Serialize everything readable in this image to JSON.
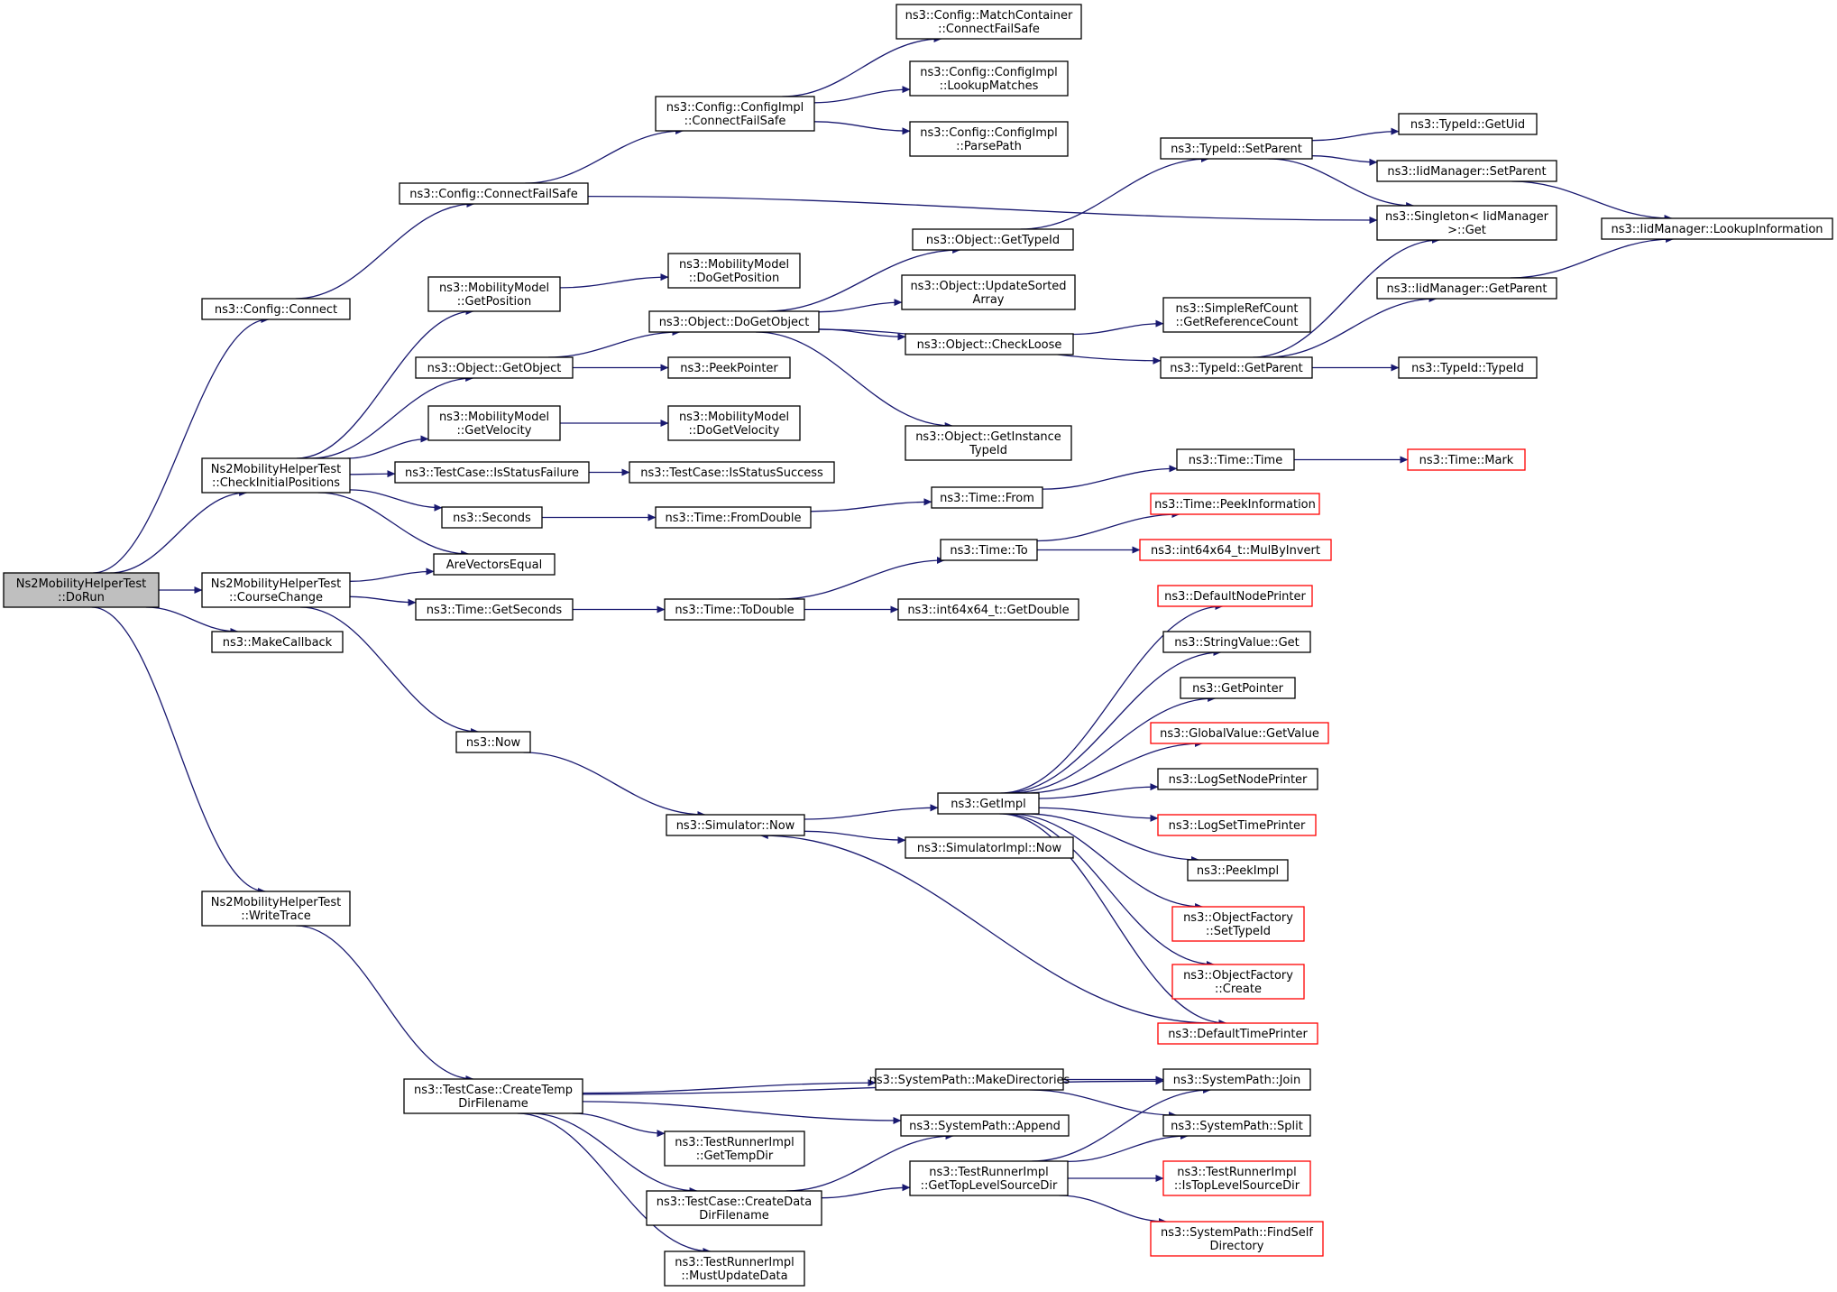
{
  "colors": {
    "edge": "#191970",
    "node_border": "#000000",
    "node_border_truncated": "#ff0000",
    "root_fill": "#bfbfbf",
    "node_fill": "#ffffff"
  },
  "nodes": [
    {
      "id": "dorun",
      "lines": [
        "Ns2MobilityHelperTest",
        "::DoRun"
      ],
      "root": true
    },
    {
      "id": "cfg_connect",
      "lines": [
        "ns3::Config::Connect"
      ]
    },
    {
      "id": "cfg_cfs",
      "lines": [
        "ns3::Config::ConnectFailSafe"
      ]
    },
    {
      "id": "cfgimpl_cfs",
      "lines": [
        "ns3::Config::ConfigImpl",
        "::ConnectFailSafe"
      ]
    },
    {
      "id": "mc_cfs",
      "lines": [
        "ns3::Config::MatchContainer",
        "::ConnectFailSafe"
      ]
    },
    {
      "id": "cfgimpl_lm",
      "lines": [
        "ns3::Config::ConfigImpl",
        "::LookupMatches"
      ]
    },
    {
      "id": "cfgimpl_pp",
      "lines": [
        "ns3::Config::ConfigImpl",
        "::ParsePath"
      ]
    },
    {
      "id": "typeid_setparent",
      "lines": [
        "ns3::TypeId::SetParent"
      ]
    },
    {
      "id": "typeid_getuid",
      "lines": [
        "ns3::TypeId::GetUid"
      ]
    },
    {
      "id": "iid_setparent",
      "lines": [
        "ns3::IidManager::SetParent"
      ]
    },
    {
      "id": "singleton_get",
      "lines": [
        "ns3::Singleton< IidManager",
        ">::Get"
      ]
    },
    {
      "id": "iid_lookup",
      "lines": [
        "ns3::IidManager::LookupInformation"
      ]
    },
    {
      "id": "iid_getparent",
      "lines": [
        "ns3::IidManager::GetParent"
      ]
    },
    {
      "id": "obj_gettypeid",
      "lines": [
        "ns3::Object::GetTypeId"
      ]
    },
    {
      "id": "obj_updsorted",
      "lines": [
        "ns3::Object::UpdateSorted",
        "Array"
      ]
    },
    {
      "id": "obj_checkloose",
      "lines": [
        "ns3::Object::CheckLoose"
      ]
    },
    {
      "id": "src_getref",
      "lines": [
        "ns3::SimpleRefCount",
        "::GetReferenceCount"
      ]
    },
    {
      "id": "typeid_getparent",
      "lines": [
        "ns3::TypeId::GetParent"
      ]
    },
    {
      "id": "typeid_typeid",
      "lines": [
        "ns3::TypeId::TypeId"
      ]
    },
    {
      "id": "obj_getinst",
      "lines": [
        "ns3::Object::GetInstance",
        "TypeId"
      ]
    },
    {
      "id": "mm_getpos",
      "lines": [
        "ns3::MobilityModel",
        "::GetPosition"
      ]
    },
    {
      "id": "mm_dogetpos",
      "lines": [
        "ns3::MobilityModel",
        "::DoGetPosition"
      ]
    },
    {
      "id": "obj_dogetobj",
      "lines": [
        "ns3::Object::DoGetObject"
      ]
    },
    {
      "id": "obj_getobj",
      "lines": [
        "ns3::Object::GetObject"
      ]
    },
    {
      "id": "peekpointer",
      "lines": [
        "ns3::PeekPointer"
      ]
    },
    {
      "id": "mm_getvel",
      "lines": [
        "ns3::MobilityModel",
        "::GetVelocity"
      ]
    },
    {
      "id": "mm_dogetvel",
      "lines": [
        "ns3::MobilityModel",
        "::DoGetVelocity"
      ]
    },
    {
      "id": "checkinit",
      "lines": [
        "Ns2MobilityHelperTest",
        "::CheckInitialPositions"
      ]
    },
    {
      "id": "tc_isfail",
      "lines": [
        "ns3::TestCase::IsStatusFailure"
      ]
    },
    {
      "id": "tc_issucc",
      "lines": [
        "ns3::TestCase::IsStatusSuccess"
      ]
    },
    {
      "id": "seconds",
      "lines": [
        "ns3::Seconds"
      ]
    },
    {
      "id": "time_fromdouble",
      "lines": [
        "ns3::Time::FromDouble"
      ]
    },
    {
      "id": "time_from",
      "lines": [
        "ns3::Time::From"
      ]
    },
    {
      "id": "time_time",
      "lines": [
        "ns3::Time::Time"
      ]
    },
    {
      "id": "time_mark",
      "lines": [
        "ns3::Time::Mark"
      ],
      "truncated": true
    },
    {
      "id": "time_peekinfo",
      "lines": [
        "ns3::Time::PeekInformation"
      ],
      "truncated": true
    },
    {
      "id": "time_to",
      "lines": [
        "ns3::Time::To"
      ]
    },
    {
      "id": "int_mulbyinv",
      "lines": [
        "ns3::int64x64_t::MulByInvert"
      ],
      "truncated": true
    },
    {
      "id": "arevec",
      "lines": [
        "AreVectorsEqual"
      ]
    },
    {
      "id": "coursechange",
      "lines": [
        "Ns2MobilityHelperTest",
        "::CourseChange"
      ]
    },
    {
      "id": "time_getsec",
      "lines": [
        "ns3::Time::GetSeconds"
      ]
    },
    {
      "id": "time_todouble",
      "lines": [
        "ns3::Time::ToDouble"
      ]
    },
    {
      "id": "int_getdouble",
      "lines": [
        "ns3::int64x64_t::GetDouble"
      ]
    },
    {
      "id": "makecallback",
      "lines": [
        "ns3::MakeCallback"
      ]
    },
    {
      "id": "defnodeprinter",
      "lines": [
        "ns3::DefaultNodePrinter"
      ],
      "truncated": true
    },
    {
      "id": "stringvalue_get",
      "lines": [
        "ns3::StringValue::Get"
      ]
    },
    {
      "id": "getpointer",
      "lines": [
        "ns3::GetPointer"
      ]
    },
    {
      "id": "globalvalue_getvalue",
      "lines": [
        "ns3::GlobalValue::GetValue"
      ],
      "truncated": true
    },
    {
      "id": "logsetnodeprinter",
      "lines": [
        "ns3::LogSetNodePrinter"
      ]
    },
    {
      "id": "now",
      "lines": [
        "ns3::Now"
      ]
    },
    {
      "id": "getimpl",
      "lines": [
        "ns3::GetImpl"
      ]
    },
    {
      "id": "logsettimeprinter",
      "lines": [
        "ns3::LogSetTimePrinter"
      ],
      "truncated": true
    },
    {
      "id": "sim_now",
      "lines": [
        "ns3::Simulator::Now"
      ]
    },
    {
      "id": "simimpl_now",
      "lines": [
        "ns3::SimulatorImpl::Now"
      ]
    },
    {
      "id": "peekimpl",
      "lines": [
        "ns3::PeekImpl"
      ]
    },
    {
      "id": "writetrace",
      "lines": [
        "Ns2MobilityHelperTest",
        "::WriteTrace"
      ]
    },
    {
      "id": "of_settypeid",
      "lines": [
        "ns3::ObjectFactory",
        "::SetTypeId"
      ],
      "truncated": true
    },
    {
      "id": "of_create",
      "lines": [
        "ns3::ObjectFactory",
        "::Create"
      ],
      "truncated": true
    },
    {
      "id": "deftimeprinter",
      "lines": [
        "ns3::DefaultTimePrinter"
      ],
      "truncated": true
    },
    {
      "id": "tc_createtemp",
      "lines": [
        "ns3::TestCase::CreateTemp",
        "DirFilename"
      ]
    },
    {
      "id": "sp_makedirs",
      "lines": [
        "ns3::SystemPath::MakeDirectories"
      ]
    },
    {
      "id": "sp_join",
      "lines": [
        "ns3::SystemPath::Join"
      ]
    },
    {
      "id": "sp_split",
      "lines": [
        "ns3::SystemPath::Split"
      ]
    },
    {
      "id": "sp_append",
      "lines": [
        "ns3::SystemPath::Append"
      ]
    },
    {
      "id": "tri_gettemp",
      "lines": [
        "ns3::TestRunnerImpl",
        "::GetTempDir"
      ]
    },
    {
      "id": "tri_gettoplevel",
      "lines": [
        "ns3::TestRunnerImpl",
        "::GetTopLevelSourceDir"
      ]
    },
    {
      "id": "tri_istoplevel",
      "lines": [
        "ns3::TestRunnerImpl",
        "::IsTopLevelSourceDir"
      ],
      "truncated": true
    },
    {
      "id": "tc_createdata",
      "lines": [
        "ns3::TestCase::CreateData",
        "DirFilename"
      ]
    },
    {
      "id": "sp_findself",
      "lines": [
        "ns3::SystemPath::FindSelf",
        "Directory"
      ],
      "truncated": true
    },
    {
      "id": "tri_mustupdate",
      "lines": [
        "ns3::TestRunnerImpl",
        "::MustUpdateData"
      ]
    }
  ],
  "edges": [
    [
      "dorun",
      "cfg_connect"
    ],
    [
      "dorun",
      "checkinit"
    ],
    [
      "dorun",
      "coursechange"
    ],
    [
      "dorun",
      "makecallback"
    ],
    [
      "dorun",
      "writetrace"
    ],
    [
      "cfg_connect",
      "cfg_cfs"
    ],
    [
      "cfg_cfs",
      "cfgimpl_cfs"
    ],
    [
      "cfg_cfs",
      "singleton_get"
    ],
    [
      "cfgimpl_cfs",
      "mc_cfs"
    ],
    [
      "cfgimpl_cfs",
      "cfgimpl_lm"
    ],
    [
      "cfgimpl_cfs",
      "cfgimpl_pp"
    ],
    [
      "checkinit",
      "mm_getpos"
    ],
    [
      "checkinit",
      "obj_getobj"
    ],
    [
      "checkinit",
      "mm_getvel"
    ],
    [
      "checkinit",
      "tc_isfail"
    ],
    [
      "checkinit",
      "seconds"
    ],
    [
      "checkinit",
      "arevec"
    ],
    [
      "mm_getpos",
      "mm_dogetpos"
    ],
    [
      "mm_getvel",
      "mm_dogetvel"
    ],
    [
      "obj_getobj",
      "obj_dogetobj"
    ],
    [
      "obj_getobj",
      "peekpointer"
    ],
    [
      "obj_dogetobj",
      "obj_gettypeid"
    ],
    [
      "obj_dogetobj",
      "obj_updsorted"
    ],
    [
      "obj_dogetobj",
      "obj_checkloose"
    ],
    [
      "obj_dogetobj",
      "typeid_getparent"
    ],
    [
      "obj_dogetobj",
      "obj_getinst"
    ],
    [
      "obj_gettypeid",
      "typeid_setparent"
    ],
    [
      "typeid_setparent",
      "typeid_getuid"
    ],
    [
      "typeid_setparent",
      "iid_setparent"
    ],
    [
      "typeid_setparent",
      "singleton_get"
    ],
    [
      "iid_setparent",
      "iid_lookup"
    ],
    [
      "obj_checkloose",
      "src_getref"
    ],
    [
      "typeid_getparent",
      "singleton_get"
    ],
    [
      "typeid_getparent",
      "iid_getparent"
    ],
    [
      "typeid_getparent",
      "typeid_typeid"
    ],
    [
      "iid_getparent",
      "iid_lookup"
    ],
    [
      "tc_isfail",
      "tc_issucc"
    ],
    [
      "seconds",
      "time_fromdouble"
    ],
    [
      "time_fromdouble",
      "time_from"
    ],
    [
      "time_from",
      "time_time"
    ],
    [
      "time_time",
      "time_mark"
    ],
    [
      "coursechange",
      "arevec"
    ],
    [
      "coursechange",
      "time_getsec"
    ],
    [
      "coursechange",
      "now"
    ],
    [
      "time_getsec",
      "time_todouble"
    ],
    [
      "time_todouble",
      "time_to"
    ],
    [
      "time_todouble",
      "int_getdouble"
    ],
    [
      "time_to",
      "time_peekinfo"
    ],
    [
      "time_to",
      "int_mulbyinv"
    ],
    [
      "now",
      "sim_now"
    ],
    [
      "sim_now",
      "getimpl"
    ],
    [
      "sim_now",
      "simimpl_now"
    ],
    [
      "getimpl",
      "defnodeprinter"
    ],
    [
      "getimpl",
      "stringvalue_get"
    ],
    [
      "getimpl",
      "getpointer"
    ],
    [
      "getimpl",
      "globalvalue_getvalue"
    ],
    [
      "getimpl",
      "logsetnodeprinter"
    ],
    [
      "getimpl",
      "logsettimeprinter"
    ],
    [
      "getimpl",
      "peekimpl"
    ],
    [
      "getimpl",
      "of_settypeid"
    ],
    [
      "getimpl",
      "of_create"
    ],
    [
      "getimpl",
      "deftimeprinter"
    ],
    [
      "deftimeprinter",
      "sim_now"
    ],
    [
      "writetrace",
      "tc_createtemp"
    ],
    [
      "tc_createtemp",
      "sp_join"
    ],
    [
      "tc_createtemp",
      "sp_makedirs"
    ],
    [
      "tc_createtemp",
      "sp_append"
    ],
    [
      "tc_createtemp",
      "tri_gettemp"
    ],
    [
      "tc_createtemp",
      "tc_createdata"
    ],
    [
      "tc_createtemp",
      "tri_mustupdate"
    ],
    [
      "sp_makedirs",
      "sp_join"
    ],
    [
      "sp_makedirs",
      "sp_split"
    ],
    [
      "tc_createdata",
      "sp_append"
    ],
    [
      "tc_createdata",
      "tri_gettoplevel"
    ],
    [
      "tri_gettoplevel",
      "sp_join"
    ],
    [
      "tri_gettoplevel",
      "sp_split"
    ],
    [
      "tri_gettoplevel",
      "tri_istoplevel"
    ],
    [
      "tri_gettoplevel",
      "sp_findself"
    ]
  ]
}
